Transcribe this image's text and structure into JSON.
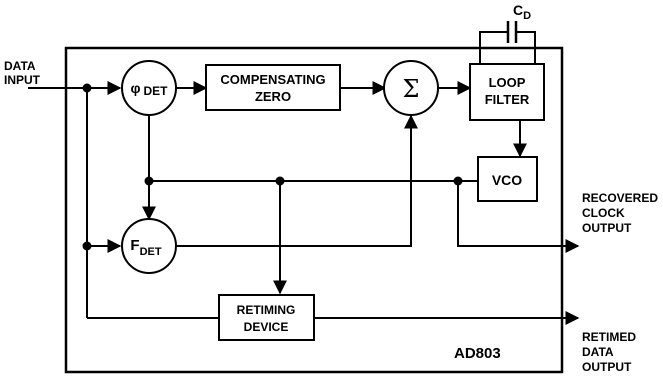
{
  "chip": {
    "name": "AD803"
  },
  "inputs": {
    "data_input": [
      "DATA",
      "INPUT"
    ]
  },
  "outputs": {
    "recovered_clock": [
      "RECOVERED",
      "CLOCK",
      "OUTPUT"
    ],
    "retimed_data": [
      "RETIMED",
      "DATA",
      "OUTPUT"
    ]
  },
  "blocks": {
    "phase_detector": {
      "symbol": "φ",
      "subscript": "DET"
    },
    "freq_detector": {
      "symbol": "F",
      "subscript": "DET"
    },
    "compensating_zero": [
      "COMPENSATING",
      "ZERO"
    ],
    "summer": {
      "symbol": "Σ"
    },
    "loop_filter": [
      "LOOP",
      "FILTER"
    ],
    "vco": "VCO",
    "retiming_device": [
      "RETIMING",
      "DEVICE"
    ]
  },
  "components": {
    "capacitor": {
      "symbol": "C",
      "subscript": "D"
    }
  }
}
